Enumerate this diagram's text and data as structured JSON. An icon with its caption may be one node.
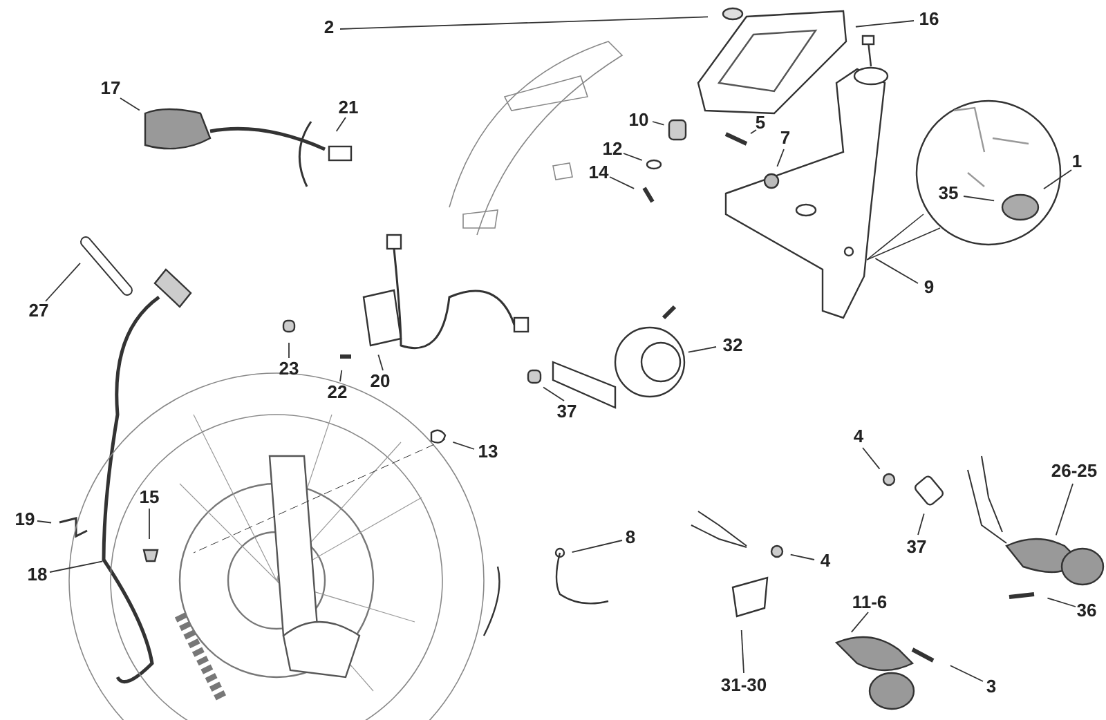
{
  "diagram": {
    "nodes": [
      {
        "text": [
          "2"
        ]
      },
      {
        "text": [
          "16"
        ]
      },
      {
        "text": [
          "17"
        ]
      },
      {
        "text": [
          "21"
        ]
      },
      {
        "text": [
          "10"
        ]
      },
      {
        "text": [
          "5"
        ]
      },
      {
        "text": [
          "12"
        ]
      },
      {
        "text": [
          "7"
        ]
      },
      {
        "text": [
          "14"
        ]
      },
      {
        "text": [
          "1"
        ]
      },
      {
        "text": [
          "35"
        ]
      },
      {
        "text": [
          "9"
        ]
      },
      {
        "text": [
          "27"
        ]
      },
      {
        "text": [
          "23"
        ]
      },
      {
        "text": [
          "20"
        ]
      },
      {
        "text": [
          "22"
        ]
      },
      {
        "text": [
          "32"
        ]
      },
      {
        "text": [
          "37"
        ]
      },
      {
        "text": [
          "13"
        ]
      },
      {
        "text": [
          "4"
        ]
      },
      {
        "text": [
          "26-25"
        ]
      },
      {
        "text": [
          "15"
        ]
      },
      {
        "text": [
          "19"
        ]
      },
      {
        "text": [
          "18"
        ]
      },
      {
        "text": [
          "8"
        ]
      },
      {
        "text": [
          "37"
        ]
      },
      {
        "text": [
          "4"
        ]
      },
      {
        "text": [
          "11-6"
        ]
      },
      {
        "text": [
          "36"
        ]
      },
      {
        "text": [
          "31-30"
        ]
      },
      {
        "text": [
          "3"
        ]
      }
    ],
    "edges": [
      {
        "from": 0,
        "to": null,
        "arrow": "none"
      },
      {
        "from": 1,
        "to": null,
        "arrow": "none"
      },
      {
        "from": 2,
        "to": null,
        "arrow": "none"
      },
      {
        "from": 3,
        "to": null,
        "arrow": "none"
      },
      {
        "from": 4,
        "to": null,
        "arrow": "none"
      },
      {
        "from": 5,
        "to": null,
        "arrow": "none"
      },
      {
        "from": 6,
        "to": null,
        "arrow": "none"
      },
      {
        "from": 7,
        "to": null,
        "arrow": "none"
      },
      {
        "from": 8,
        "to": null,
        "arrow": "none"
      },
      {
        "from": 9,
        "to": null,
        "arrow": "none"
      },
      {
        "from": 10,
        "to": null,
        "arrow": "none"
      },
      {
        "from": 11,
        "to": null,
        "arrow": "none"
      },
      {
        "from": 12,
        "to": null,
        "arrow": "none"
      },
      {
        "from": 13,
        "to": null,
        "arrow": "none"
      },
      {
        "from": 14,
        "to": null,
        "arrow": "none"
      },
      {
        "from": 15,
        "to": null,
        "arrow": "none"
      },
      {
        "from": 16,
        "to": null,
        "arrow": "none"
      },
      {
        "from": 17,
        "to": null,
        "arrow": "none"
      },
      {
        "from": 18,
        "to": null,
        "arrow": "none"
      },
      {
        "from": 19,
        "to": null,
        "arrow": "none"
      },
      {
        "from": 20,
        "to": null,
        "arrow": "none"
      },
      {
        "from": 21,
        "to": null,
        "arrow": "none"
      },
      {
        "from": 22,
        "to": null,
        "arrow": "none"
      },
      {
        "from": 23,
        "to": null,
        "arrow": "none"
      },
      {
        "from": 24,
        "to": null,
        "arrow": "none"
      },
      {
        "from": 25,
        "to": null,
        "arrow": "none"
      },
      {
        "from": 26,
        "to": null,
        "arrow": "none"
      },
      {
        "from": 27,
        "to": null,
        "arrow": "none"
      },
      {
        "from": 28,
        "to": null,
        "arrow": "none"
      },
      {
        "from": 29,
        "to": null,
        "arrow": "none"
      },
      {
        "from": 30,
        "to": null,
        "arrow": "none"
      }
    ]
  }
}
